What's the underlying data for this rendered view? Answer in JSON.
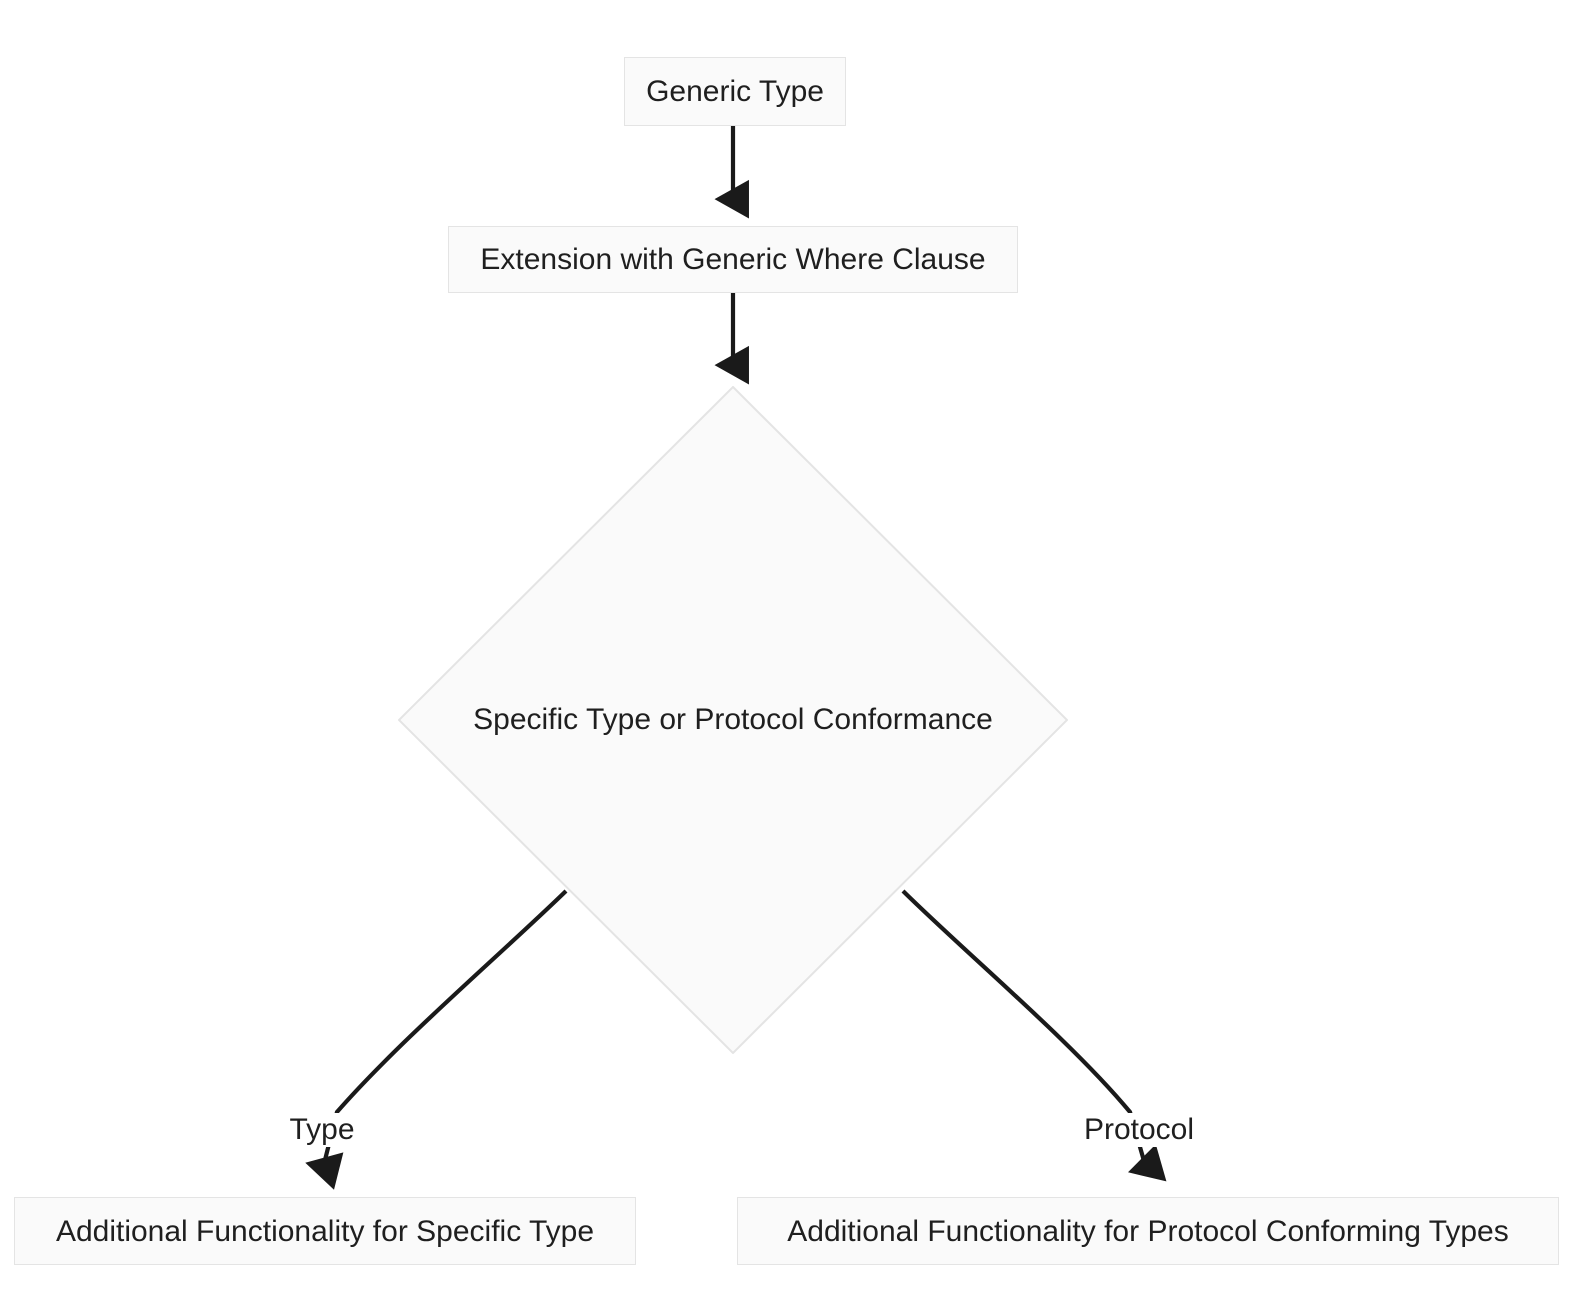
{
  "diagram": {
    "type": "flowchart",
    "direction": "top-to-bottom",
    "background_color": "#ffffff",
    "node_fill_color": "#fafafa",
    "node_border_color": "#e4e4e4",
    "text_color": "#1f1f1f",
    "edge_color": "#1a1a1a",
    "nodes": [
      {
        "id": "generic-type",
        "label": "Generic Type",
        "shape": "rectangle"
      },
      {
        "id": "extension",
        "label": "Extension with Generic Where Clause",
        "shape": "rectangle"
      },
      {
        "id": "decision",
        "label": "Specific Type or Protocol Conformance",
        "shape": "diamond"
      },
      {
        "id": "specific-functionality",
        "label": "Additional Functionality for Specific Type",
        "shape": "rectangle"
      },
      {
        "id": "protocol-functionality",
        "label": "Additional Functionality for Protocol Conforming Types",
        "shape": "rectangle"
      }
    ],
    "edges": [
      {
        "from": "generic-type",
        "to": "extension",
        "label": "",
        "arrow": "arrow-down-icon"
      },
      {
        "from": "extension",
        "to": "decision",
        "label": "",
        "arrow": "arrow-down-icon"
      },
      {
        "from": "decision",
        "to": "specific-functionality",
        "label": "Type",
        "arrow": "arrow-down-icon"
      },
      {
        "from": "decision",
        "to": "protocol-functionality",
        "label": "Protocol",
        "arrow": "arrow-down-icon"
      }
    ]
  }
}
